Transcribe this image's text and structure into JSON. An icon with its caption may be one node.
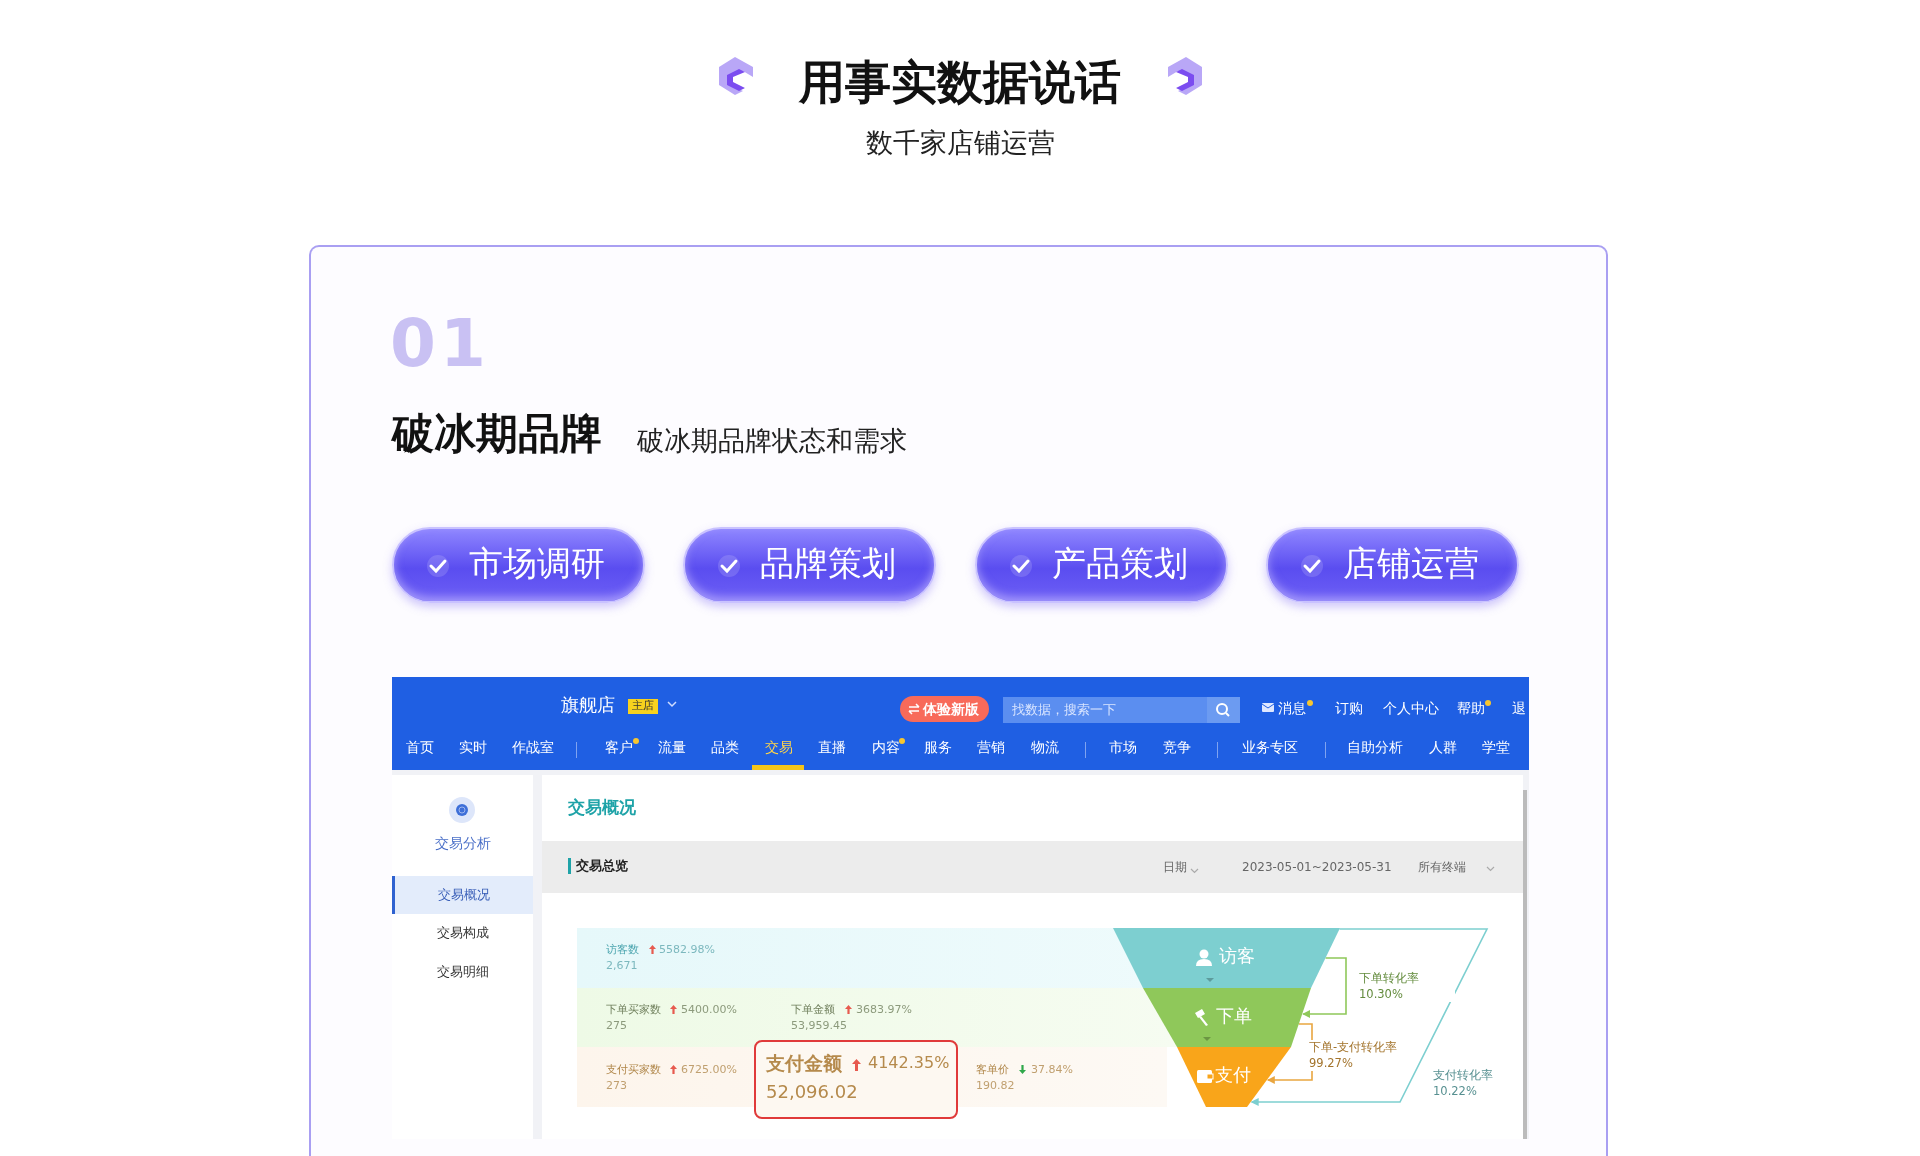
{
  "diagram": {
    "title": "用事实数据说话",
    "nodes": [
      {
        "text": [
          "市场调研"
        ]
      },
      {
        "text": [
          "品牌策划"
        ]
      },
      {
        "text": [
          "产品策划"
        ]
      },
      {
        "text": [
          "店铺运营"
        ]
      },
      {
        "text": [
          "访客"
        ]
      },
      {
        "text": [
          "下单"
        ]
      },
      {
        "text": [
          "支付"
        ]
      },
      {
        "text": [
          "支付金额",
          "4142.35%",
          "52,096.02"
        ]
      }
    ],
    "edges": [
      {
        "from": 4,
        "to": 5,
        "arrow": "to",
        "label": "下单转化率 10.30%",
        "color": "#8fc85a"
      },
      {
        "from": 5,
        "to": 6,
        "arrow": "to",
        "label": "下单-支付转化率 99.27%",
        "color": "#e9a640"
      },
      {
        "from": 4,
        "to": 6,
        "arrow": "to",
        "label": "支付转化率 10.22%",
        "color": "#7dcfd0"
      }
    ],
    "labels": [
      "数千家店铺运营",
      "01",
      "破冰期品牌",
      "破冰期品牌状态和需求",
      "旗舰店",
      "主店",
      "体验新版",
      "找数据，搜索一下",
      "消息",
      "订购",
      "个人中心",
      "帮助",
      "退",
      "首页",
      "实时",
      "作战室",
      "客户",
      "流量",
      "品类",
      "交易",
      "直播",
      "内容",
      "服务",
      "营销",
      "物流",
      "市场",
      "竞争",
      "业务专区",
      "自助分析",
      "人群",
      "学堂",
      "交易分析",
      "交易概况",
      "交易构成",
      "交易明细",
      "交易概况",
      "交易总览",
      "日期",
      "2023-05-01~2023-05-31",
      "所有终端",
      "访客数",
      "5582.98%",
      "2,671",
      "下单买家数",
      "5400.00%",
      "275",
      "下单金额",
      "3683.97%",
      "53,959.45",
      "支付买家数",
      "6725.00%",
      "273",
      "客单价",
      "37.84%",
      "190.82"
    ]
  }
}
